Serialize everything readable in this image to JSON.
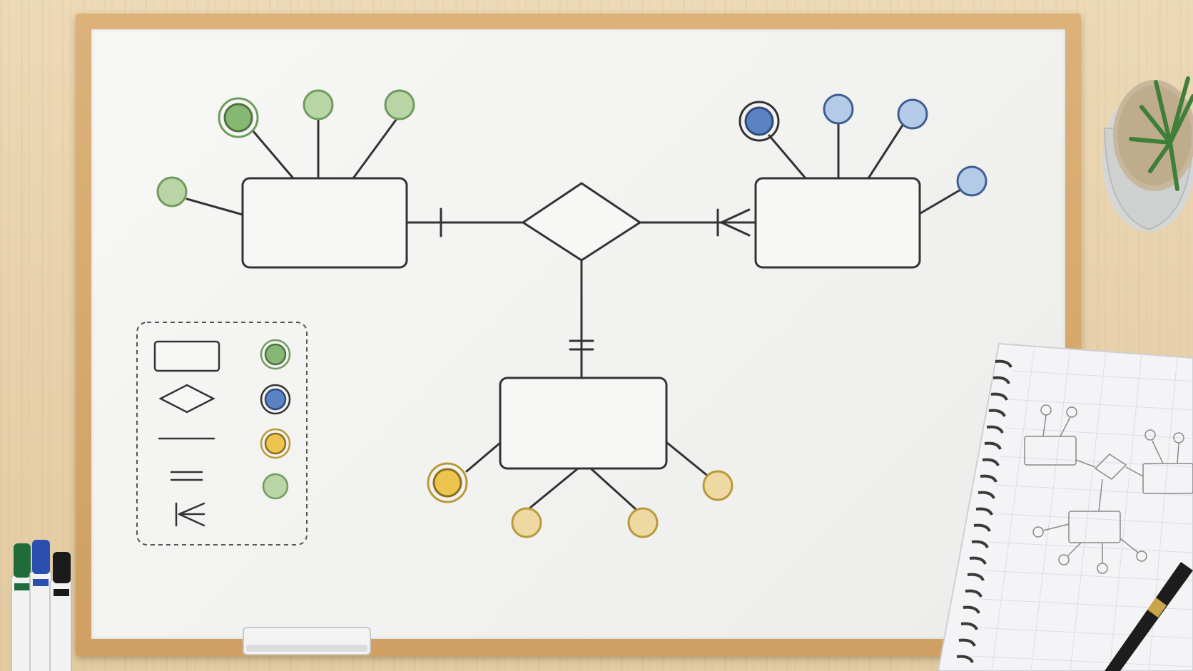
{
  "colors": {
    "ink": "#333333",
    "green_fill": "#b9d4a5",
    "green_key": "#86b874",
    "green_stroke": "#6f9c5e",
    "blue_fill": "#b3cbe6",
    "blue_key": "#5b82c2",
    "blue_stroke": "#3f5f92",
    "yellow_fill": "#eed9a3",
    "yellow_key": "#ecc44e",
    "yellow_stroke": "#b89a3a",
    "frame_wood": "#d6a76b",
    "desk_wood": "#e8d3ad"
  },
  "diagram": {
    "type": "entity-relationship",
    "entities": [
      {
        "id": "entity-left",
        "label": "",
        "attribute_color": "green",
        "attributes": 4,
        "key_attributes": 1
      },
      {
        "id": "entity-right",
        "label": "",
        "attribute_color": "blue",
        "attributes": 4,
        "key_attributes": 1
      },
      {
        "id": "entity-bottom",
        "label": "",
        "attribute_color": "yellow",
        "attributes": 4,
        "key_attributes": 1
      }
    ],
    "relationships": [
      {
        "id": "relationship-center",
        "label": ""
      }
    ],
    "connectors": [
      {
        "from": "entity-left",
        "to": "relationship-center",
        "cardinality": "one"
      },
      {
        "from": "entity-right",
        "to": "relationship-center",
        "cardinality": "many"
      },
      {
        "from": "entity-bottom",
        "to": "relationship-center",
        "cardinality": "one-and-only-one"
      }
    ]
  },
  "legend": {
    "symbols": [
      "entity",
      "relationship",
      "line",
      "double-line",
      "crow-foot"
    ],
    "circles": [
      "green-key",
      "blue-key",
      "yellow-key",
      "green-plain"
    ]
  },
  "icons": [
    "marker-green-icon",
    "marker-blue-icon",
    "marker-black-icon",
    "potted-plant-icon",
    "pen-icon",
    "eraser-icon"
  ]
}
